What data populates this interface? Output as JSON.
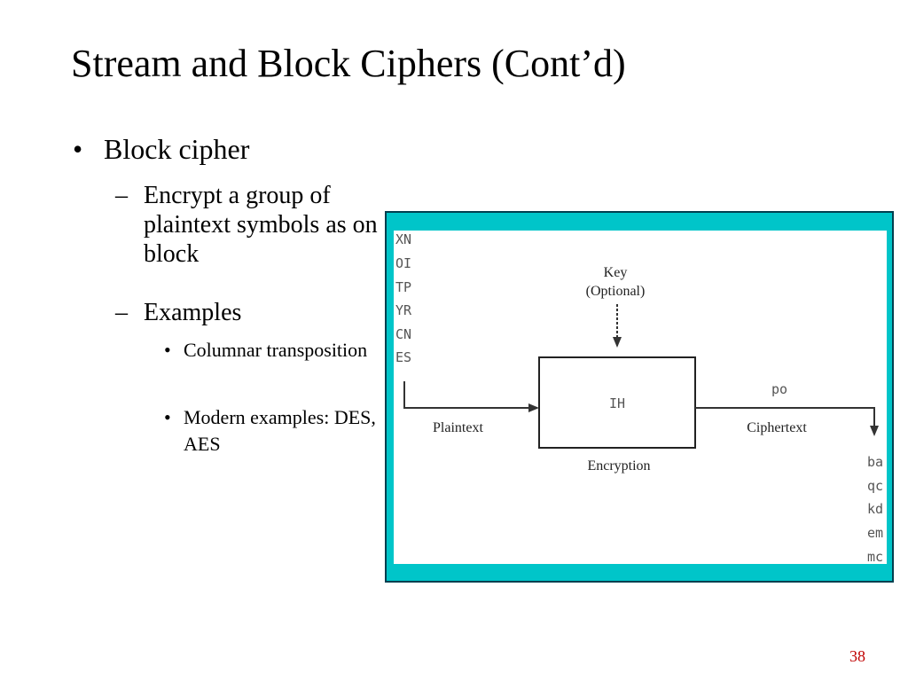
{
  "slide": {
    "title": "Stream and Block Ciphers (Cont’d)",
    "page_number": "38",
    "bullet_symbol": "•",
    "dash_symbol": "–",
    "level1": {
      "text": "Block cipher"
    },
    "level2": [
      {
        "text": "Encrypt a group of plaintext symbols as on block"
      },
      {
        "text": "Examples"
      }
    ],
    "level3": [
      {
        "text": "Columnar transposition"
      },
      {
        "text": "Modern examples: DES, AES"
      }
    ]
  },
  "figure": {
    "colors": {
      "frame": "#00c5c9",
      "border": "#003f4f",
      "panel": "#ffffff",
      "mono_text": "#555555"
    },
    "input_pairs": [
      "XN",
      "OI",
      "TP",
      "YR",
      "CN",
      "ES"
    ],
    "key_label_line1": "Key",
    "key_label_line2": "(Optional)",
    "box_inner": "IH",
    "box_label": "Encryption",
    "plaintext_label": "Plaintext",
    "ciphertext_label": "Ciphertext",
    "cipher_arrow_text": "po",
    "output_pairs": [
      "ba",
      "qc",
      "kd",
      "em",
      "mc"
    ]
  }
}
